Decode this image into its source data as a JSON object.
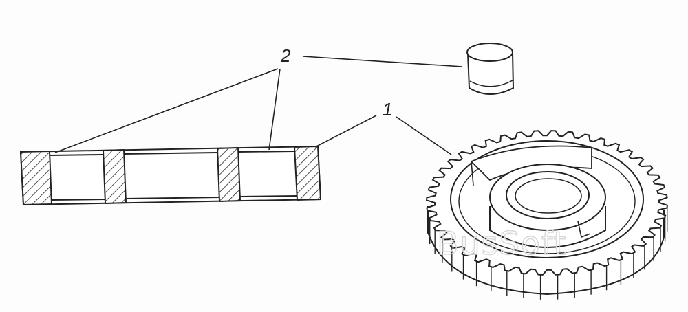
{
  "callouts": {
    "part_1": "1",
    "part_2": "2"
  },
  "watermark": "BusSoft",
  "colors": {
    "line": "#222222",
    "background": "#fdfdfd"
  }
}
